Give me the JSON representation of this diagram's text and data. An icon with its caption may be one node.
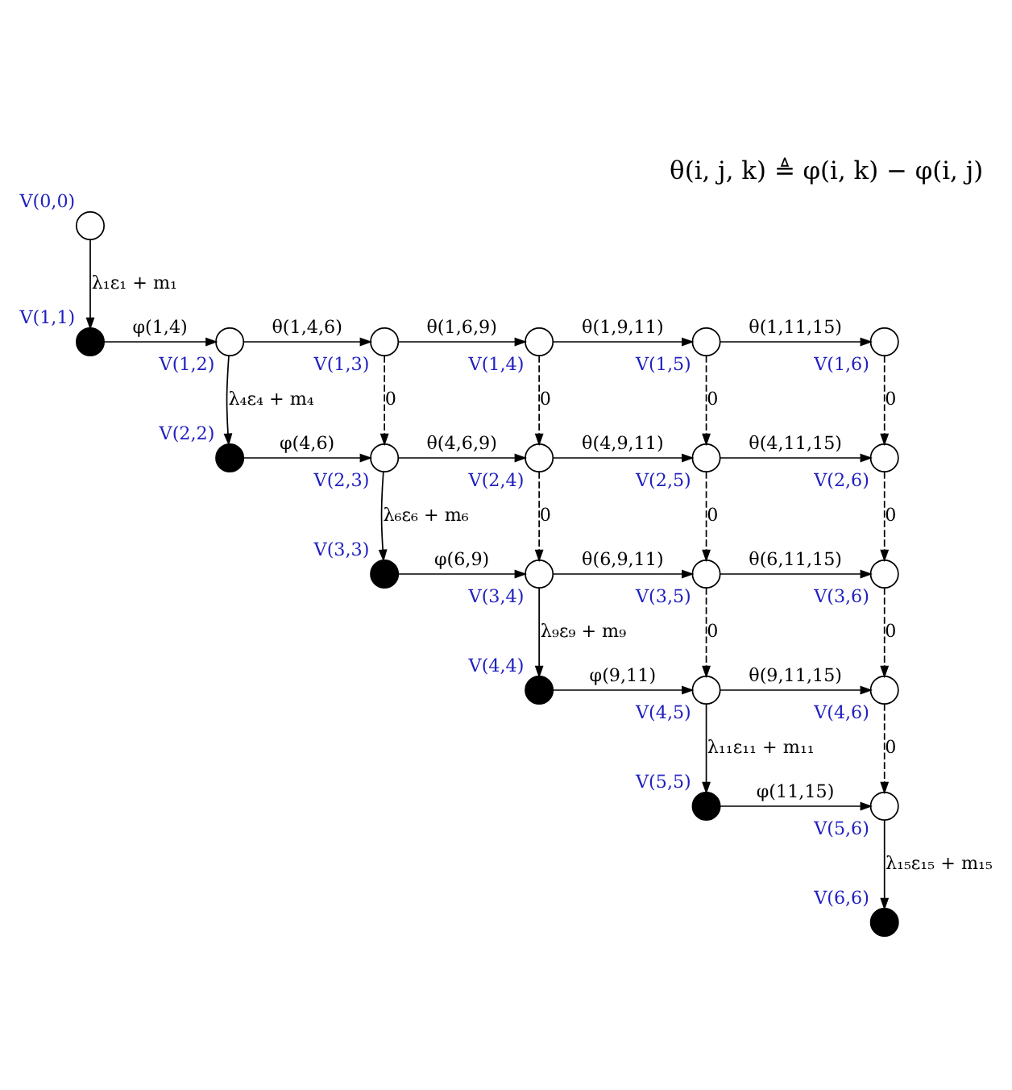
{
  "diagram": {
    "title": "θ(i, j, k) ≜ φ(i, k) − φ(i, j)",
    "nodes": [
      {
        "text": [],
        "shape": "circle",
        "beside": [
          "V(0,0)"
        ]
      },
      {
        "text": [],
        "shape": "circle",
        "beside": [
          "V(1,1)"
        ]
      },
      {
        "text": [],
        "shape": "circle",
        "beside": [
          "V(1,2)"
        ]
      },
      {
        "text": [],
        "shape": "circle",
        "beside": [
          "V(1,3)"
        ]
      },
      {
        "text": [],
        "shape": "circle",
        "beside": [
          "V(1,4)"
        ]
      },
      {
        "text": [],
        "shape": "circle",
        "beside": [
          "V(1,5)"
        ]
      },
      {
        "text": [],
        "shape": "circle",
        "beside": [
          "V(1,6)"
        ]
      },
      {
        "text": [],
        "shape": "circle",
        "beside": [
          "V(2,2)"
        ]
      },
      {
        "text": [],
        "shape": "circle",
        "beside": [
          "V(2,3)"
        ]
      },
      {
        "text": [],
        "shape": "circle",
        "beside": [
          "V(2,4)"
        ]
      },
      {
        "text": [],
        "shape": "circle",
        "beside": [
          "V(2,5)"
        ]
      },
      {
        "text": [],
        "shape": "circle",
        "beside": [
          "V(2,6)"
        ]
      },
      {
        "text": [],
        "shape": "circle",
        "beside": [
          "V(3,3)"
        ]
      },
      {
        "text": [],
        "shape": "circle",
        "beside": [
          "V(3,4)"
        ]
      },
      {
        "text": [],
        "shape": "circle",
        "beside": [
          "V(3,5)"
        ]
      },
      {
        "text": [],
        "shape": "circle",
        "beside": [
          "V(3,6)"
        ]
      },
      {
        "text": [],
        "shape": "circle",
        "beside": [
          "V(4,4)"
        ]
      },
      {
        "text": [],
        "shape": "circle",
        "beside": [
          "V(4,5)"
        ]
      },
      {
        "text": [],
        "shape": "circle",
        "beside": [
          "V(4,6)"
        ]
      },
      {
        "text": [],
        "shape": "circle",
        "beside": [
          "V(5,5)"
        ]
      },
      {
        "text": [],
        "shape": "circle",
        "beside": [
          "V(5,6)"
        ]
      },
      {
        "text": [],
        "shape": "circle",
        "beside": [
          "V(6,6)"
        ]
      }
    ],
    "edges": [
      {
        "from": 0,
        "to": 1,
        "arrow": "to",
        "label": "λ₁ε₁ + m₁"
      },
      {
        "from": 1,
        "to": 2,
        "arrow": "to",
        "label": "φ(1,4)"
      },
      {
        "from": 2,
        "to": 3,
        "arrow": "to",
        "label": "θ(1,4,6)"
      },
      {
        "from": 3,
        "to": 4,
        "arrow": "to",
        "label": "θ(1,6,9)"
      },
      {
        "from": 4,
        "to": 5,
        "arrow": "to",
        "label": "θ(1,9,11)"
      },
      {
        "from": 5,
        "to": 6,
        "arrow": "to",
        "label": "θ(1,11,15)"
      },
      {
        "from": 2,
        "to": 7,
        "arrow": "to",
        "label": "λ₄ε₄ + m₄"
      },
      {
        "from": 3,
        "to": 8,
        "arrow": "to",
        "label": "0",
        "style": "dashed"
      },
      {
        "from": 4,
        "to": 9,
        "arrow": "to",
        "label": "0",
        "style": "dashed"
      },
      {
        "from": 5,
        "to": 10,
        "arrow": "to",
        "label": "0",
        "style": "dashed"
      },
      {
        "from": 6,
        "to": 11,
        "arrow": "to",
        "label": "0",
        "style": "dashed"
      },
      {
        "from": 7,
        "to": 8,
        "arrow": "to",
        "label": "φ(4,6)"
      },
      {
        "from": 8,
        "to": 9,
        "arrow": "to",
        "label": "θ(4,6,9)"
      },
      {
        "from": 9,
        "to": 10,
        "arrow": "to",
        "label": "θ(4,9,11)"
      },
      {
        "from": 10,
        "to": 11,
        "arrow": "to",
        "label": "θ(4,11,15)"
      },
      {
        "from": 8,
        "to": 12,
        "arrow": "to",
        "label": "λ₆ε₆ + m₆"
      },
      {
        "from": 9,
        "to": 13,
        "arrow": "to",
        "label": "0",
        "style": "dashed"
      },
      {
        "from": 10,
        "to": 14,
        "arrow": "to",
        "label": "0",
        "style": "dashed"
      },
      {
        "from": 11,
        "to": 15,
        "arrow": "to",
        "label": "0",
        "style": "dashed"
      },
      {
        "from": 12,
        "to": 13,
        "arrow": "to",
        "label": "φ(6,9)"
      },
      {
        "from": 13,
        "to": 14,
        "arrow": "to",
        "label": "θ(6,9,11)"
      },
      {
        "from": 14,
        "to": 15,
        "arrow": "to",
        "label": "θ(6,11,15)"
      },
      {
        "from": 13,
        "to": 16,
        "arrow": "to",
        "label": "λ₉ε₉ + m₉"
      },
      {
        "from": 14,
        "to": 17,
        "arrow": "to",
        "label": "0",
        "style": "dashed"
      },
      {
        "from": 15,
        "to": 18,
        "arrow": "to",
        "label": "0",
        "style": "dashed"
      },
      {
        "from": 16,
        "to": 17,
        "arrow": "to",
        "label": "φ(9,11)"
      },
      {
        "from": 17,
        "to": 18,
        "arrow": "to",
        "label": "θ(9,11,15)"
      },
      {
        "from": 17,
        "to": 19,
        "arrow": "to",
        "label": "λ₁₁ε₁₁ + m₁₁"
      },
      {
        "from": 18,
        "to": 20,
        "arrow": "to",
        "label": "0",
        "style": "dashed"
      },
      {
        "from": 19,
        "to": 20,
        "arrow": "to",
        "label": "φ(11,15)"
      },
      {
        "from": 20,
        "to": 21,
        "arrow": "to",
        "label": "λ₁₅ε₁₅ + m₁₅"
      }
    ]
  }
}
